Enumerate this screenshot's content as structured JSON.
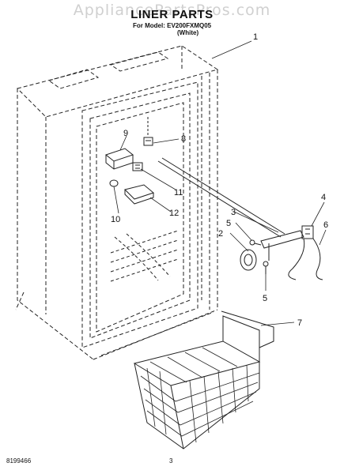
{
  "watermark": "AppliancePartsPros.com",
  "header": {
    "title": "LINER PARTS",
    "model_line": "For Model: EV200FXMQ05",
    "color_line": "(White)"
  },
  "footer": {
    "part_number": "8199466",
    "page_number": "3"
  },
  "callouts": [
    "1",
    "2",
    "3",
    "4",
    "5",
    "5",
    "6",
    "7",
    "8",
    "9",
    "10",
    "11",
    "12"
  ]
}
